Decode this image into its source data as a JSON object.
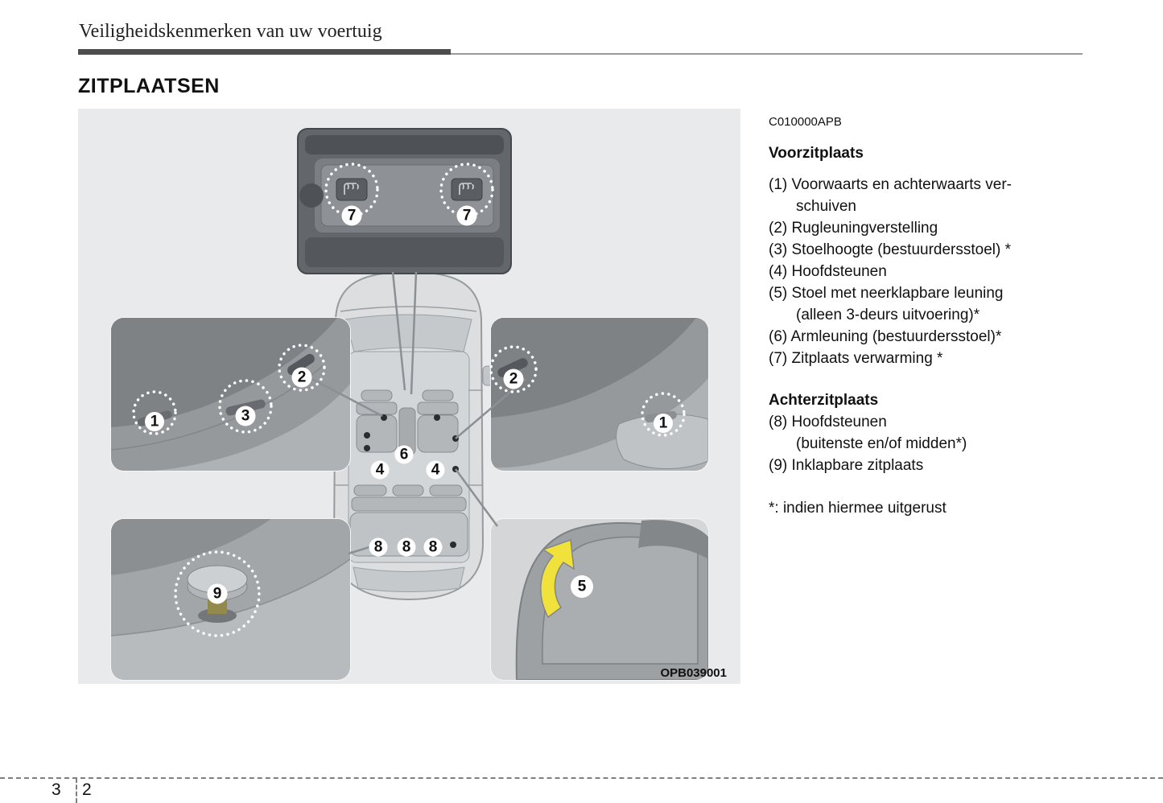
{
  "header": {
    "title": "Veiligheidskenmerken van uw voertuig"
  },
  "section": {
    "title": "ZITPLAATSEN"
  },
  "reference_code": "C010000APB",
  "front_seat": {
    "title": "Voorzitplaats",
    "items": [
      "(1) Voorwaarts en achterwaarts ver-\nschuiven",
      "(2) Rugleuningverstelling",
      "(3) Stoelhoogte (bestuurdersstoel) *",
      "(4) Hoofdsteunen",
      "(5) Stoel met neerklapbare leuning\n(alleen 3-deurs uitvoering)*",
      "(6) Armleuning (bestuurdersstoel)*",
      "(7) Zitplaats verwarming *"
    ]
  },
  "rear_seat": {
    "title": "Achterzitplaats",
    "items": [
      "(8) Hoofdsteunen\n(buitenste en/of midden*)",
      "(9) Inklapbare zitplaats"
    ]
  },
  "footnote": "*: indien hiermee uitgerust",
  "diagram": {
    "figure_code": "OPB039001",
    "labels": {
      "1": "1",
      "2": "2",
      "3": "3",
      "4": "4",
      "5": "5",
      "6": "6",
      "7": "7",
      "8": "8",
      "9": "9"
    },
    "colors": {
      "background": "#e9eaeb",
      "arrow": "#f1e13b",
      "callout_ring": "#ffffff"
    }
  },
  "footer": {
    "chapter": "3",
    "page": "2"
  }
}
